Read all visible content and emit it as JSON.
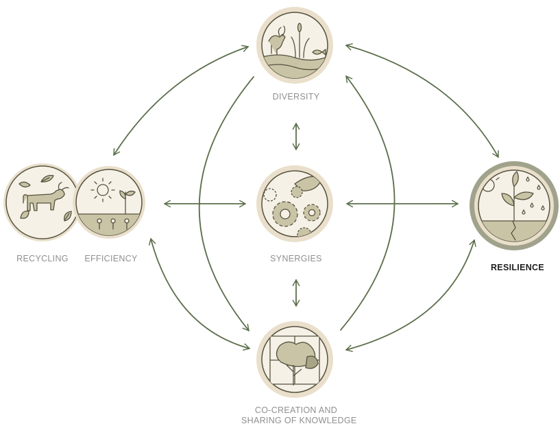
{
  "nodes": {
    "recycling": {
      "label": "RECYCLING",
      "icon": "cow-leaves-icon"
    },
    "efficiency": {
      "label": "EFFICIENCY",
      "icon": "sun-seedlings-icon"
    },
    "diversity": {
      "label": "DIVERSITY",
      "icon": "animal-plants-fish-icon"
    },
    "synergies": {
      "label": "SYNERGIES",
      "icon": "gears-icon"
    },
    "cocreation": {
      "label_line1": "CO-CREATION AND",
      "label_line2": "SHARING OF KNOWLEDGE",
      "icon": "trees-puzzle-icon"
    },
    "resilience": {
      "label": "RESILIENCE",
      "icon": "plant-rain-sun-icon"
    }
  },
  "colors": {
    "arrow": "#5b6e4b",
    "ring_outer": "#e9dfcb",
    "ring_inner": "#f6f1e6",
    "icon_fill": "#c9c4a6",
    "icon_dark": "#a7a585",
    "icon_stroke": "#55523f",
    "label": "#8f8f8f",
    "resilience_ring": "#a1a28c"
  }
}
